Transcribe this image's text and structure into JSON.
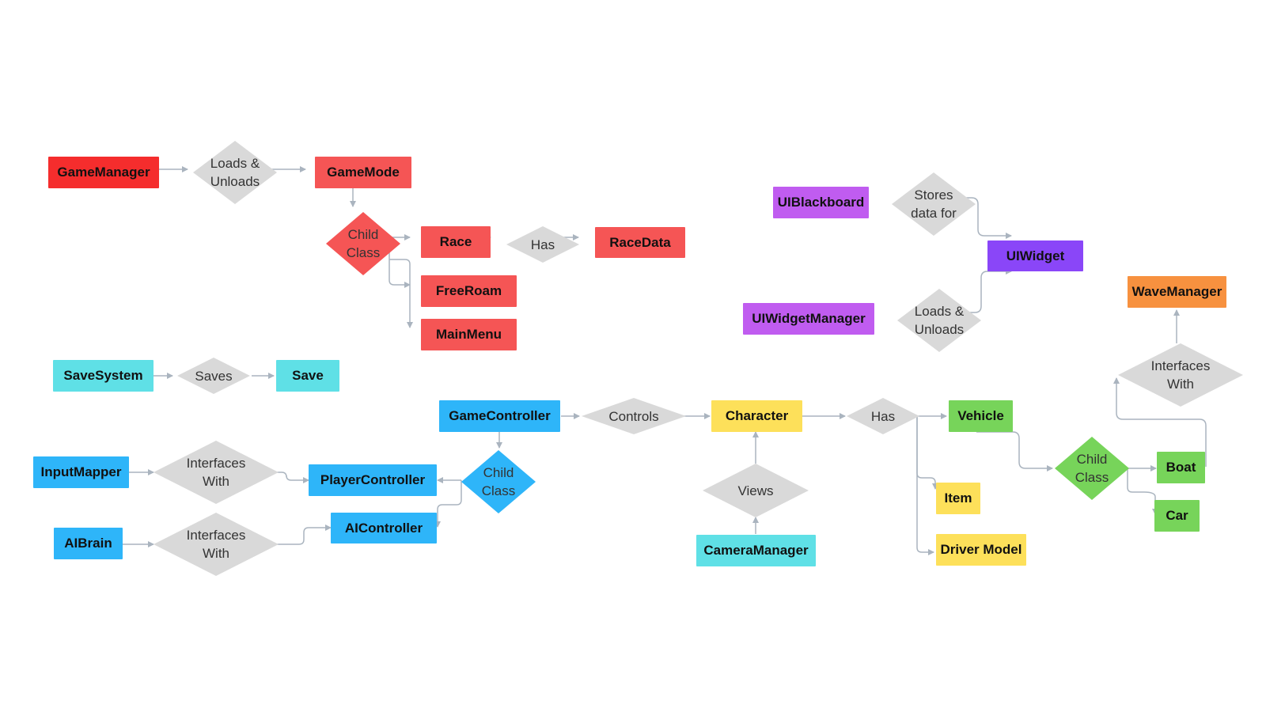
{
  "colors": {
    "red_dark": "#f52d2d",
    "red": "#f55555",
    "purple": "#c05cf0",
    "purple_dark": "#8a46f8",
    "orange": "#f7913f",
    "cyan": "#5fe0e6",
    "blue": "#2eb5f9",
    "yellow": "#fde05a",
    "green": "#77d45a",
    "diamond_gray": "#d9d9d9",
    "edge": "#aab4bf"
  },
  "nodes": {
    "game_manager": "GameManager",
    "game_mode": "GameMode",
    "race": "Race",
    "race_data": "RaceData",
    "free_roam": "FreeRoam",
    "main_menu": "MainMenu",
    "ui_blackboard": "UIBlackboard",
    "ui_widget": "UIWidget",
    "ui_widget_manager": "UIWidgetManager",
    "wave_manager": "WaveManager",
    "save_system": "SaveSystem",
    "save": "Save",
    "game_controller": "GameController",
    "character": "Character",
    "vehicle": "Vehicle",
    "input_mapper": "InputMapper",
    "player_controller": "PlayerController",
    "ai_brain": "AIBrain",
    "ai_controller": "AIController",
    "camera_manager": "CameraManager",
    "item": "Item",
    "driver_model": "Driver Model",
    "boat": "Boat",
    "car": "Car"
  },
  "relations": {
    "loads_unloads_1": "Loads &\nUnloads",
    "child_class_1": "Child\nClass",
    "has_1": "Has",
    "stores_data_for": "Stores\ndata for",
    "loads_unloads_2": "Loads &\nUnloads",
    "interfaces_with_1": "Interfaces\nWith",
    "saves": "Saves",
    "controls": "Controls",
    "has_2": "Has",
    "child_class_2": "Child\nClass",
    "interfaces_with_2": "Interfaces\nWith",
    "child_class_3": "Child\nClass",
    "views": "Views",
    "interfaces_with_3": "Interfaces\nWith"
  }
}
